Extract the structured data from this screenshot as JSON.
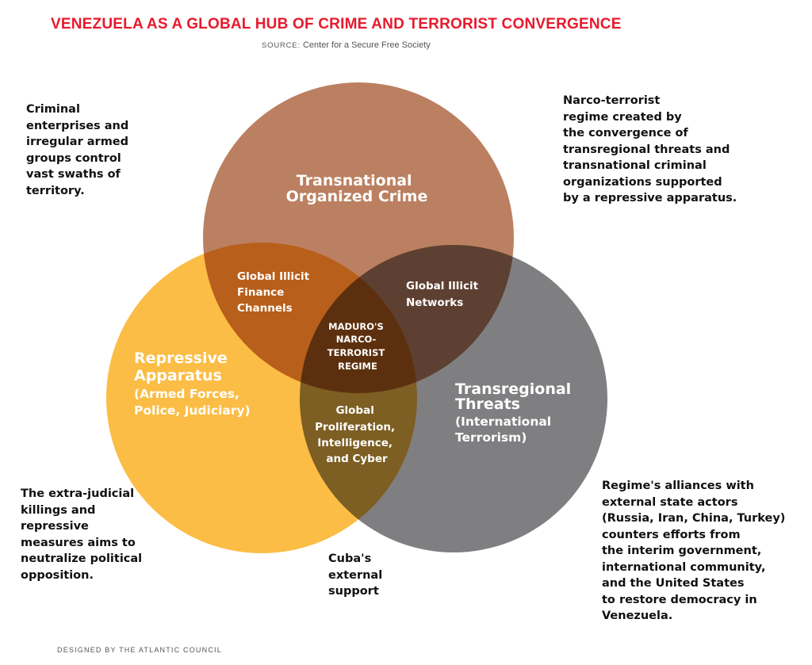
{
  "title": "VENEZUELA AS A GLOBAL HUB OF CRIME AND TERRORIST CONVERGENCE",
  "source": {
    "label": "SOURCE:",
    "text": "Center for a Secure Free Society"
  },
  "colors": {
    "title_red": "#e8192c",
    "organized_crime": "#bb8061",
    "repressive_apparatus": "#fbbd45",
    "transregional_threats": "#7f7f81"
  },
  "circles": {
    "organized_crime": {
      "lines": [
        "Transnational",
        "Organized Crime"
      ]
    },
    "repressive_apparatus": {
      "lines": [
        "Repressive",
        "Apparatus"
      ],
      "sub_lines": [
        "(Armed Forces,",
        "Police, Judiciary)"
      ]
    },
    "transregional_threats": {
      "lines": [
        "Transregional",
        "Threats"
      ],
      "sub_lines": [
        "(International",
        "Terrorism)"
      ]
    }
  },
  "overlaps": {
    "finance": [
      "Global Illicit",
      "Finance",
      "Channels"
    ],
    "networks": [
      "Global Illicit",
      "Networks"
    ],
    "proliferation": [
      "Global",
      "Proliferation,",
      "Intelligence,",
      "and Cyber"
    ],
    "center": [
      "MADURO'S",
      "NARCO-",
      "TERRORIST",
      "REGIME"
    ]
  },
  "notes": {
    "top_left": "Criminal\nenterprises and\nirregular armed\ngroups control\nvast swaths of\nterritory.",
    "top_right": "Narco-terrorist\nregime created by\nthe convergence of\ntransregional threats and\ntransnational criminal\norganizations supported\nby a repressive apparatus.",
    "bottom_left": "The extra-judicial\nkillings and\nrepressive\nmeasures aims to\nneutralize political\nopposition.",
    "bottom_middle": "Cuba's\nexternal\nsupport",
    "bottom_right": "Regime's alliances with\nexternal state actors\n(Russia, Iran, China, Turkey)\ncounters  efforts from\nthe interim government,\ninternational community,\nand the United States\nto restore democracy in\nVenezuela."
  },
  "footer": "DESIGNED BY THE ATLANTIC COUNCIL"
}
